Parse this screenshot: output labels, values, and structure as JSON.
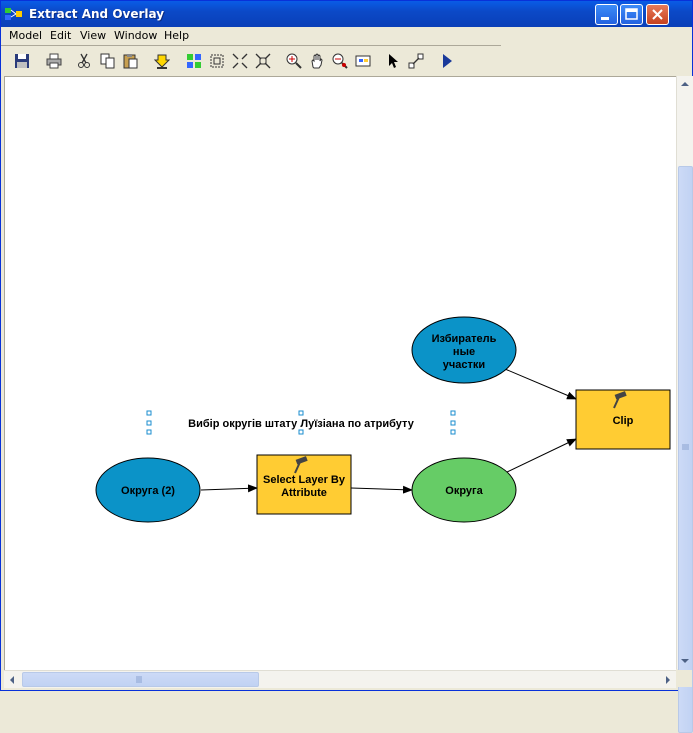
{
  "window": {
    "title": "Extract And Overlay"
  },
  "menu": {
    "items": [
      "Model",
      "Edit",
      "View",
      "Window",
      "Help"
    ]
  },
  "diagram": {
    "label_text": "Вибір округів штату Луїзіана по атрибуту",
    "input_counties": "Округа (2)",
    "tool_select": [
      "Select Layer By",
      "Attribute"
    ],
    "output_counties": "Округа",
    "input_precincts": [
      "Избиратель",
      "ные",
      "участки"
    ],
    "tool_clip": "Clip"
  },
  "colors": {
    "input_blue": "#0b93c8",
    "tool_yellow": "#ffcc33",
    "output_green": "#66cc66",
    "title_blue": "#0a5ce6"
  }
}
